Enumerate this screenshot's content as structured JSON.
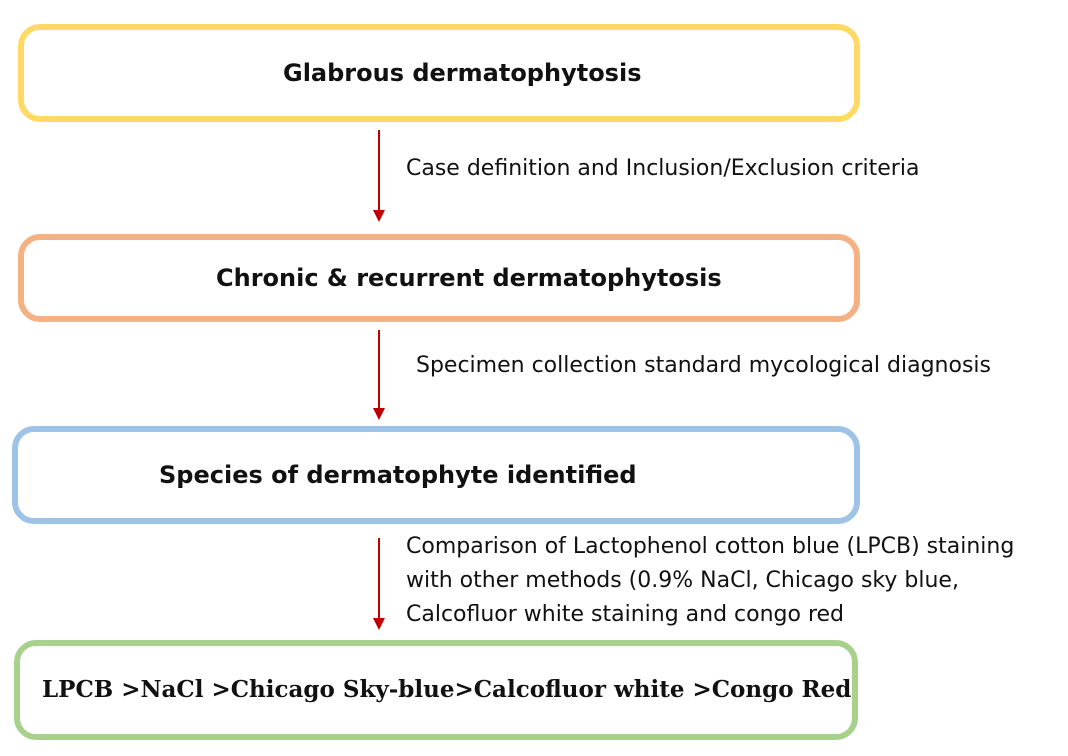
{
  "colors": {
    "box1_border": "#FFD966",
    "box2_border": "#F4B183",
    "box3_border": "#9DC3E6",
    "box4_border": "#A9D18E",
    "arrow": "#C00000"
  },
  "nodes": [
    {
      "id": "box1",
      "text": "Glabrous dermatophytosis"
    },
    {
      "id": "box2",
      "text": "Chronic & recurrent dermatophytosis"
    },
    {
      "id": "box3",
      "text": "Species of dermatophyte identified"
    },
    {
      "id": "box4",
      "text": "LPCB >NaCl >Chicago Sky-blue>Calcofluor white >Congo Red"
    }
  ],
  "edges": [
    {
      "from": "box1",
      "to": "box2",
      "label_lines": [
        "Case definition and Inclusion/Exclusion criteria"
      ]
    },
    {
      "from": "box2",
      "to": "box3",
      "label_lines": [
        "Specimen collection standard mycological diagnosis"
      ]
    },
    {
      "from": "box3",
      "to": "box4",
      "label_lines": [
        "Comparison of Lactophenol cotton blue (LPCB) staining",
        "with other methods (0.9% NaCl, Chicago sky blue,",
        "Calcofluor white staining and congo red"
      ]
    }
  ]
}
